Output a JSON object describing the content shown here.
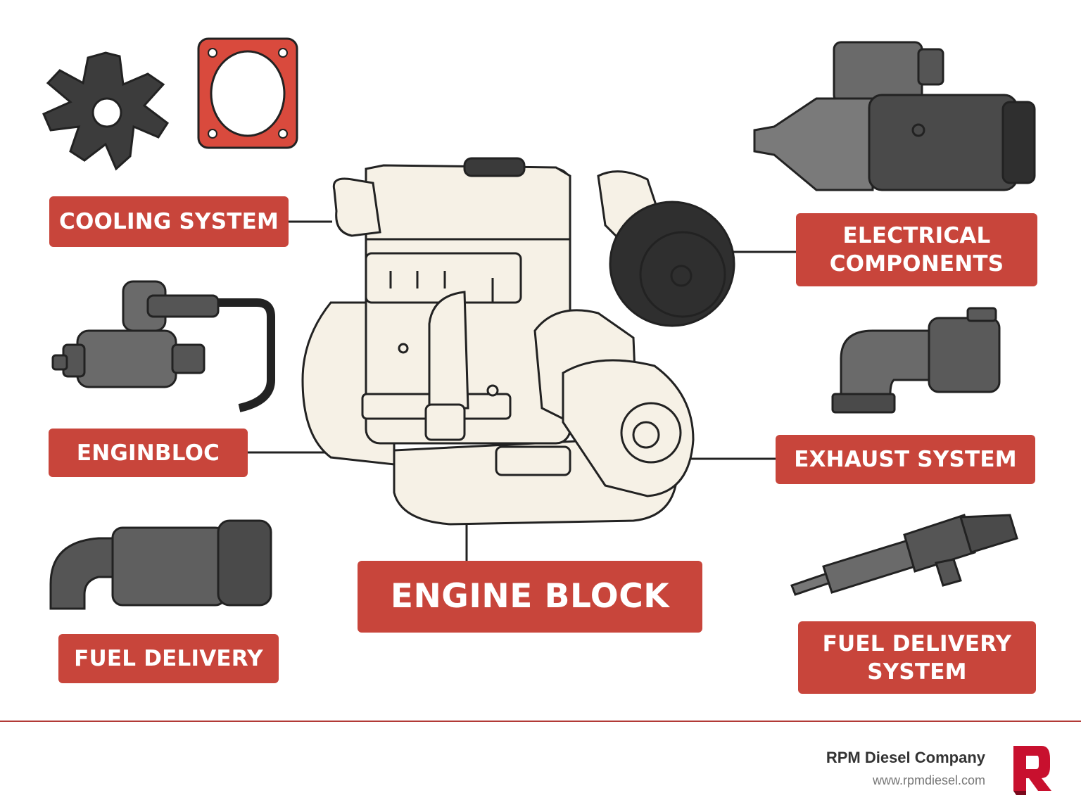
{
  "labels": {
    "cooling": "COOLING SYSTEM",
    "electrical": [
      "ELECTRICAL",
      "COMPONENTS"
    ],
    "enginbloc": "ENGINBLOC",
    "exhaust": "EXHAUST SYSTEM",
    "fuel_delivery": "FUEL DELIVERY",
    "fuel_delivery_system": [
      "FUEL DELIVERY",
      "SYSTEM"
    ],
    "engine_block": "ENGINE BLOCK"
  },
  "footer": {
    "company": "RPM Diesel Company",
    "url": "www.rpmdiesel.com",
    "logo_letter": "R"
  },
  "colors": {
    "label_bg": "#c8453b",
    "label_text": "#ffffff",
    "engine_fill": "#f6f1e6",
    "part_fill": "#5a5a5a",
    "outline": "#222222",
    "accent_red": "#d94a3d",
    "footer_line": "#b23a36"
  },
  "icons": [
    "impeller-icon",
    "gasket-icon",
    "starter-motor-icon",
    "thermostat-sensor-icon",
    "exhaust-elbow-icon",
    "fuel-filter-icon",
    "fuel-injector-icon",
    "engine-icon"
  ]
}
